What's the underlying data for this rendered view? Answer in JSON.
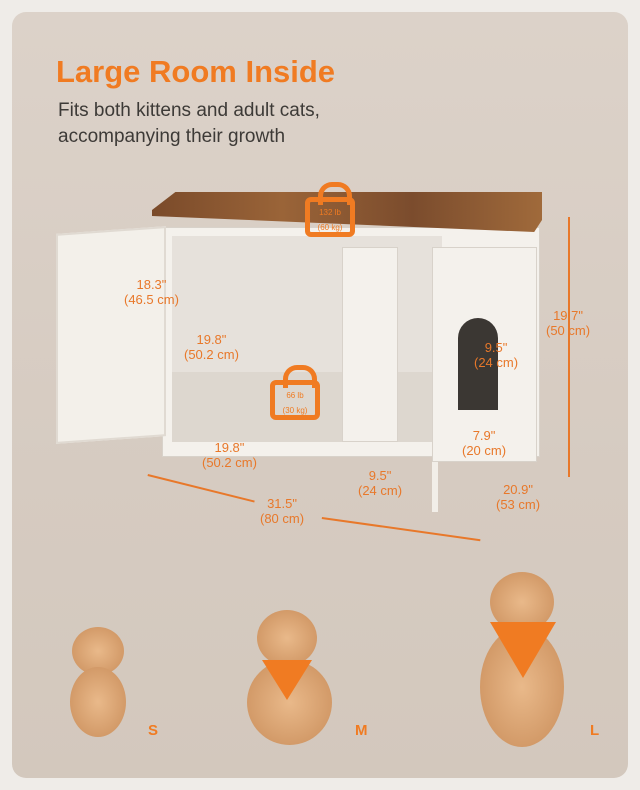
{
  "title": "Large Room Inside",
  "subtitle": "Fits both kittens and adult cats, accompanying their growth",
  "load_top": {
    "weight": "132 lb",
    "metric": "(60 kg)"
  },
  "load_floor": {
    "weight": "66 lb",
    "metric": "(30 kg)"
  },
  "dims": {
    "inner_height": [
      "18.3\"",
      "(46.5 cm)"
    ],
    "inner_depth": [
      "19.8\"",
      "(50.2 cm)"
    ],
    "opening_height": [
      "9.5\"",
      "(24 cm)"
    ],
    "opening_width": [
      "7.9\"",
      "(20 cm)"
    ],
    "compartment_width": [
      "19.8\"",
      "(50.2 cm)"
    ],
    "side_width": [
      "9.5\"",
      "(24 cm)"
    ],
    "total_width": [
      "31.5\"",
      "(80 cm)"
    ],
    "total_height": [
      "19.7\"",
      "(50 cm)"
    ],
    "total_depth": [
      "20.9\"",
      "(53 cm)"
    ]
  },
  "cats": [
    {
      "size": "S"
    },
    {
      "size": "M"
    },
    {
      "size": "L"
    }
  ]
}
